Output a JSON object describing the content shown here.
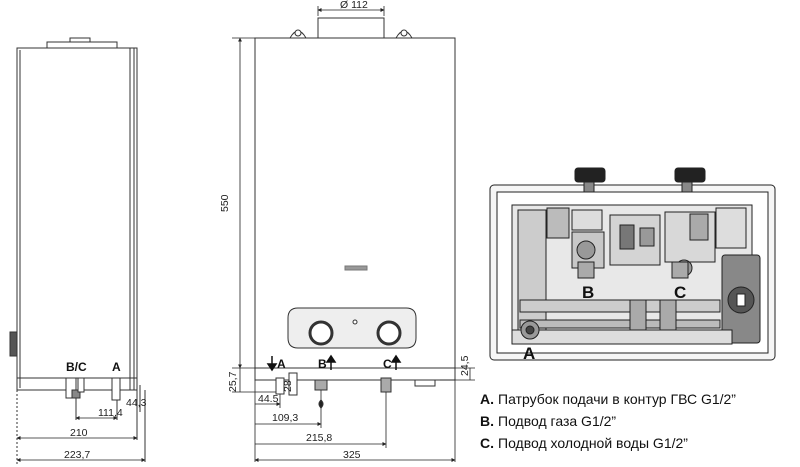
{
  "side_view": {
    "label_bc": "B/C",
    "label_a": "A",
    "dim_height_1": "44,3",
    "dim_1": "111,4",
    "dim_2": "210",
    "dim_3": "223,7"
  },
  "front_view": {
    "dim_flue": "Ø 112",
    "dim_height": "550",
    "dim_257": "25,7",
    "dim_28": "28",
    "dim_245": "24,5",
    "dim_445": "44.5",
    "dim_1093": "109,3",
    "dim_2158": "215,8",
    "dim_width": "325",
    "conn_a": "A",
    "conn_b": "B",
    "conn_c": "C"
  },
  "internal_view": {
    "label_a": "A",
    "label_b": "B",
    "label_c": "C"
  },
  "legend": [
    {
      "key": "A.",
      "text": "Патрубок подачи в контур ГВС G1/2”"
    },
    {
      "key": "B.",
      "text": "Подвод газа G1/2”"
    },
    {
      "key": "C.",
      "text": "Подвод холодной воды G1/2”"
    }
  ]
}
